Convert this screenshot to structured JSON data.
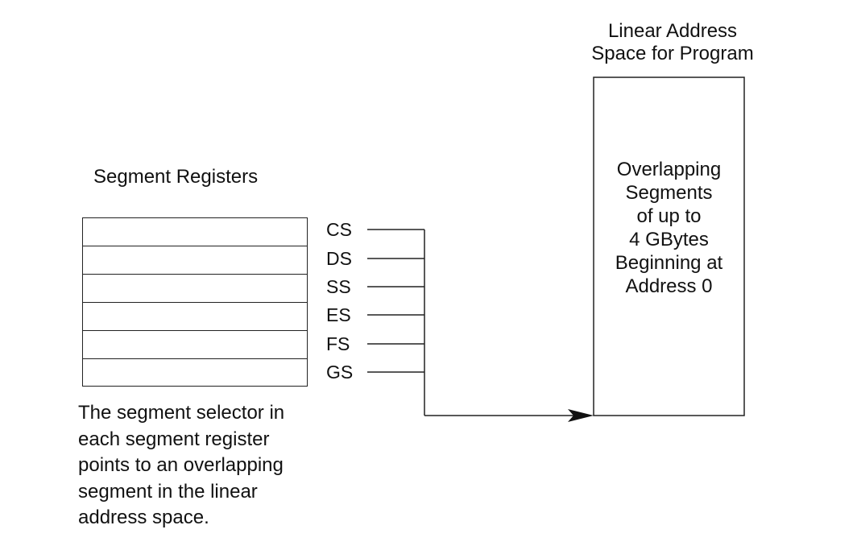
{
  "linear_space": {
    "title_lines": [
      "Linear Address",
      "Space for Program"
    ],
    "body_lines": [
      "Overlapping",
      "Segments",
      "of up to",
      "4 GBytes",
      "Beginning at",
      "Address 0"
    ]
  },
  "segment_registers": {
    "title": "Segment Registers",
    "labels": [
      "CS",
      "DS",
      "SS",
      "ES",
      "FS",
      "GS"
    ]
  },
  "caption_lines": [
    "The segment selector in",
    "each segment register",
    "points to an overlapping",
    "segment in the linear",
    "address space."
  ]
}
